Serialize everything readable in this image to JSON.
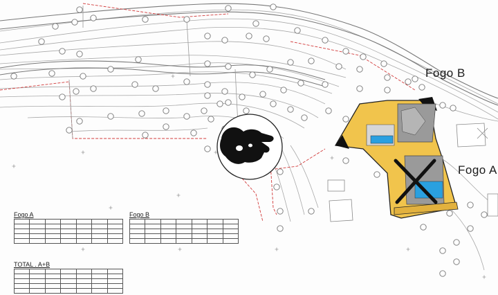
{
  "labels": {
    "fogo_b": "Fogo B",
    "fogo_a": "Fogo A",
    "table_a_title": "Fogo A",
    "table_b_title": "Fogo B",
    "table_total_title": "TOTAL . A+B"
  },
  "colors": {
    "line": "#888888",
    "red_dash": "#d23a3a",
    "site_yellow": "#f1c44c",
    "pool_blue": "#2aa0e0",
    "building_grey": "#9a9a9a",
    "x_mark": "#111111"
  },
  "icons": {
    "hand": "pointing-hand-icon",
    "cross": "x-mark-icon"
  }
}
